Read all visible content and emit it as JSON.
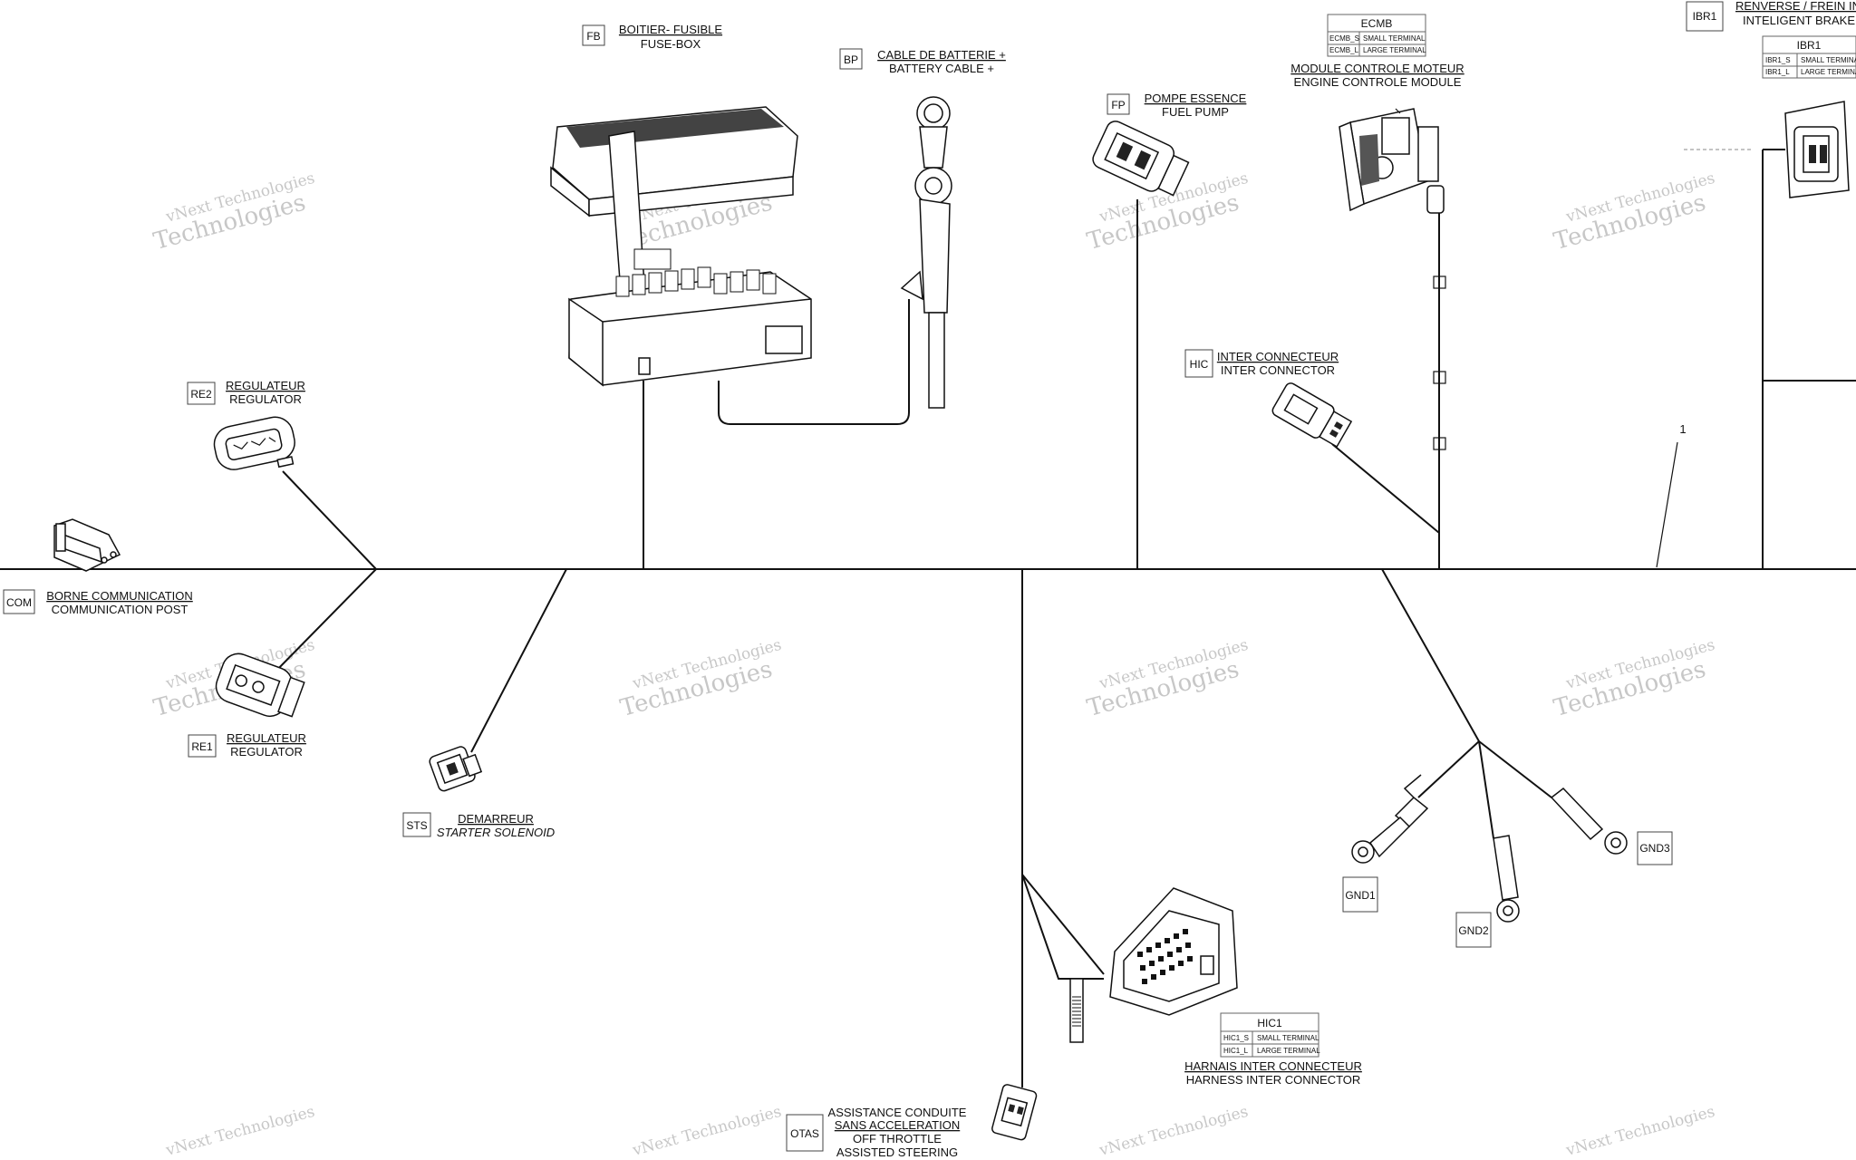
{
  "components": {
    "fb": {
      "code": "FB",
      "fr": "BOITIER- FUSIBLE",
      "en": "FUSE-BOX"
    },
    "bp": {
      "code": "BP",
      "fr": "CABLE DE BATTERIE +",
      "en": "BATTERY CABLE +"
    },
    "fp": {
      "code": "FP",
      "fr": "POMPE ESSENCE",
      "en": "FUEL PUMP"
    },
    "ecmb": {
      "code": "ECMB",
      "fr": "MODULE CONTROLE MOTEUR",
      "en": "ENGINE CONTROLE MODULE",
      "rows": [
        {
          "id": "ECMB_S",
          "desc": "SMALL TERMINAL"
        },
        {
          "id": "ECMB_L",
          "desc": "LARGE TERMINAL"
        }
      ]
    },
    "ibr1": {
      "code": "IBR1",
      "fr": "RENVERSE / FREIN INT",
      "en": "INTELIGENT BRAKE /R",
      "rows": [
        {
          "id": "IBR1_S",
          "desc": "SMALL TERMINAL"
        },
        {
          "id": "IBR1_L",
          "desc": "LARGE TERMINAL"
        }
      ]
    },
    "re2": {
      "code": "RE2",
      "fr": "REGULATEUR",
      "en": "REGULATOR"
    },
    "re1": {
      "code": "RE1",
      "fr": "REGULATEUR",
      "en": "REGULATOR"
    },
    "com": {
      "code": "COM",
      "fr": "BORNE COMMUNICATION",
      "en": "COMMUNICATION POST"
    },
    "hic": {
      "code": "HIC",
      "fr": "INTER CONNECTEUR",
      "en": "INTER CONNECTOR"
    },
    "sts": {
      "code": "STS",
      "fr": "DEMARREUR",
      "en": "STARTER SOLENOID"
    },
    "hic1": {
      "code": "HIC1",
      "fr": "HARNAIS INTER CONNECTEUR",
      "en": "HARNESS INTER CONNECTOR",
      "rows": [
        {
          "id": "HIC1_S",
          "desc": "SMALL TERMINAL"
        },
        {
          "id": "HIC1_L",
          "desc": "LARGE TERMINAL"
        }
      ]
    },
    "otas": {
      "code": "OTAS",
      "fr1": "ASSISTANCE CONDUITE",
      "fr2": "SANS ACCELERATION",
      "en1": "OFF THROTTLE",
      "en2": "ASSISTED STEERING"
    },
    "gnd1": {
      "code": "GND1"
    },
    "gnd2": {
      "code": "GND2"
    },
    "gnd3": {
      "code": "GND3"
    }
  },
  "harness_callout": "1",
  "watermark": {
    "line1": "vNext Technologies",
    "line2": "Technologies"
  }
}
